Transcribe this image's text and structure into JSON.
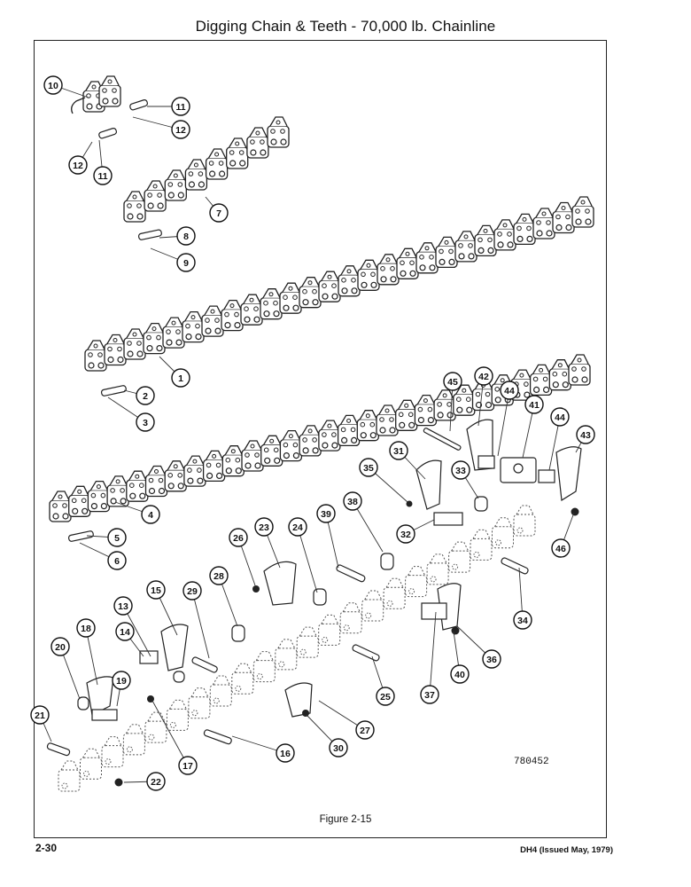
{
  "page": {
    "title": "Digging Chain & Teeth - 70,000 lb. Chainline",
    "figure_caption": "Figure 2-15",
    "drawing_number": "780452",
    "page_number": "2-30",
    "issue": "DH4 (Issued May, 1979)"
  },
  "callouts": [
    "10",
    "11",
    "12",
    "12",
    "11",
    "7",
    "8",
    "9",
    "1",
    "2",
    "3",
    "4",
    "5",
    "6",
    "45",
    "42",
    "44",
    "41",
    "44",
    "43",
    "31",
    "35",
    "33",
    "32",
    "46",
    "23",
    "24",
    "39",
    "38",
    "26",
    "29",
    "28",
    "15",
    "13",
    "14",
    "18",
    "20",
    "19",
    "21",
    "17",
    "22",
    "16",
    "30",
    "27",
    "25",
    "34",
    "36",
    "37",
    "40"
  ]
}
